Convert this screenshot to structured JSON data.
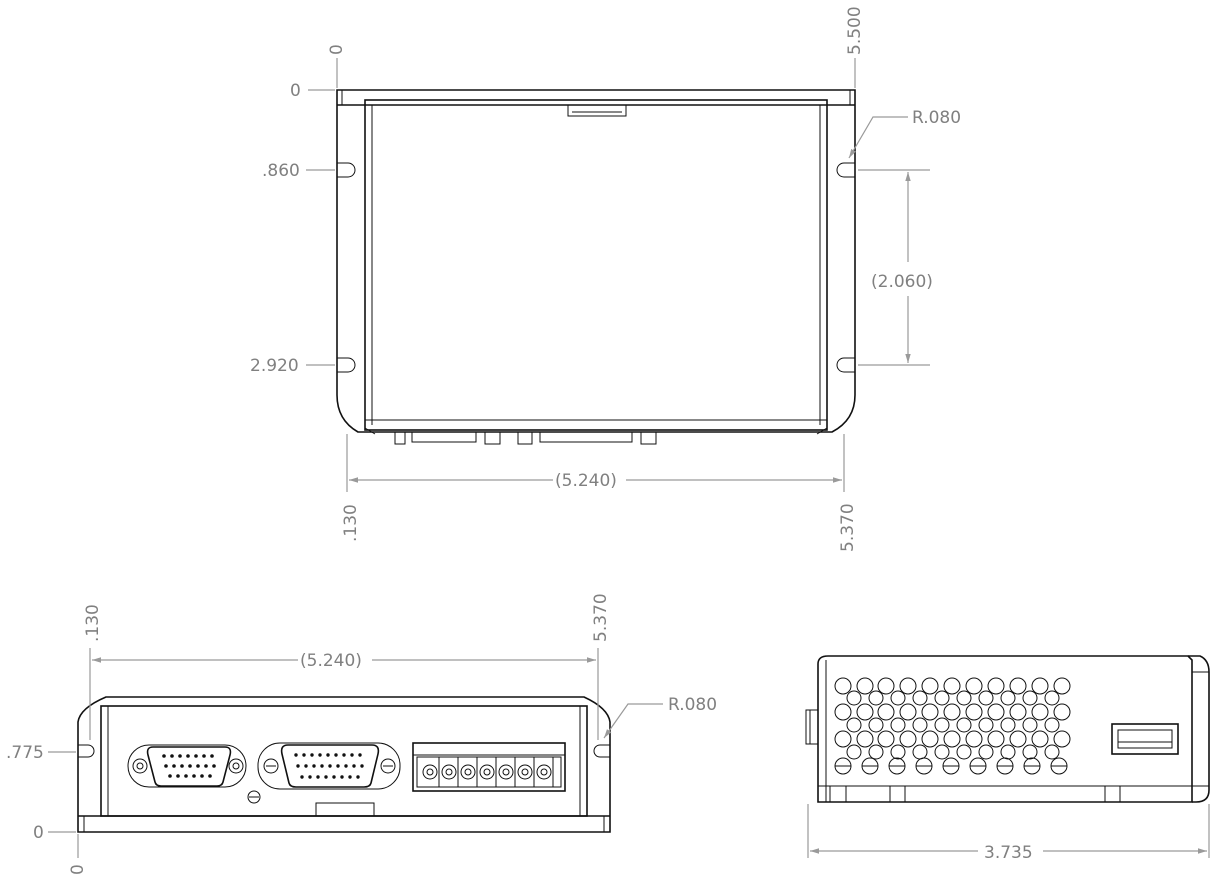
{
  "top_view": {
    "h_origin_zero": "0",
    "h_right": "5.500",
    "v_origin_zero": "0",
    "slot_1": ".860",
    "slot_2": "2.920",
    "slot_spacing": "(2.060)",
    "radius": "R.080",
    "width_ref": "(5.240)",
    "left_edge": ".130",
    "right_edge": "5.370"
  },
  "front_view": {
    "left_edge": ".130",
    "right_edge": "5.370",
    "width_ref": "(5.240)",
    "radius": "R.080",
    "slot_height": ".775",
    "v_zero": "0",
    "h_zero": "0"
  },
  "side_view": {
    "depth": "3.735"
  }
}
